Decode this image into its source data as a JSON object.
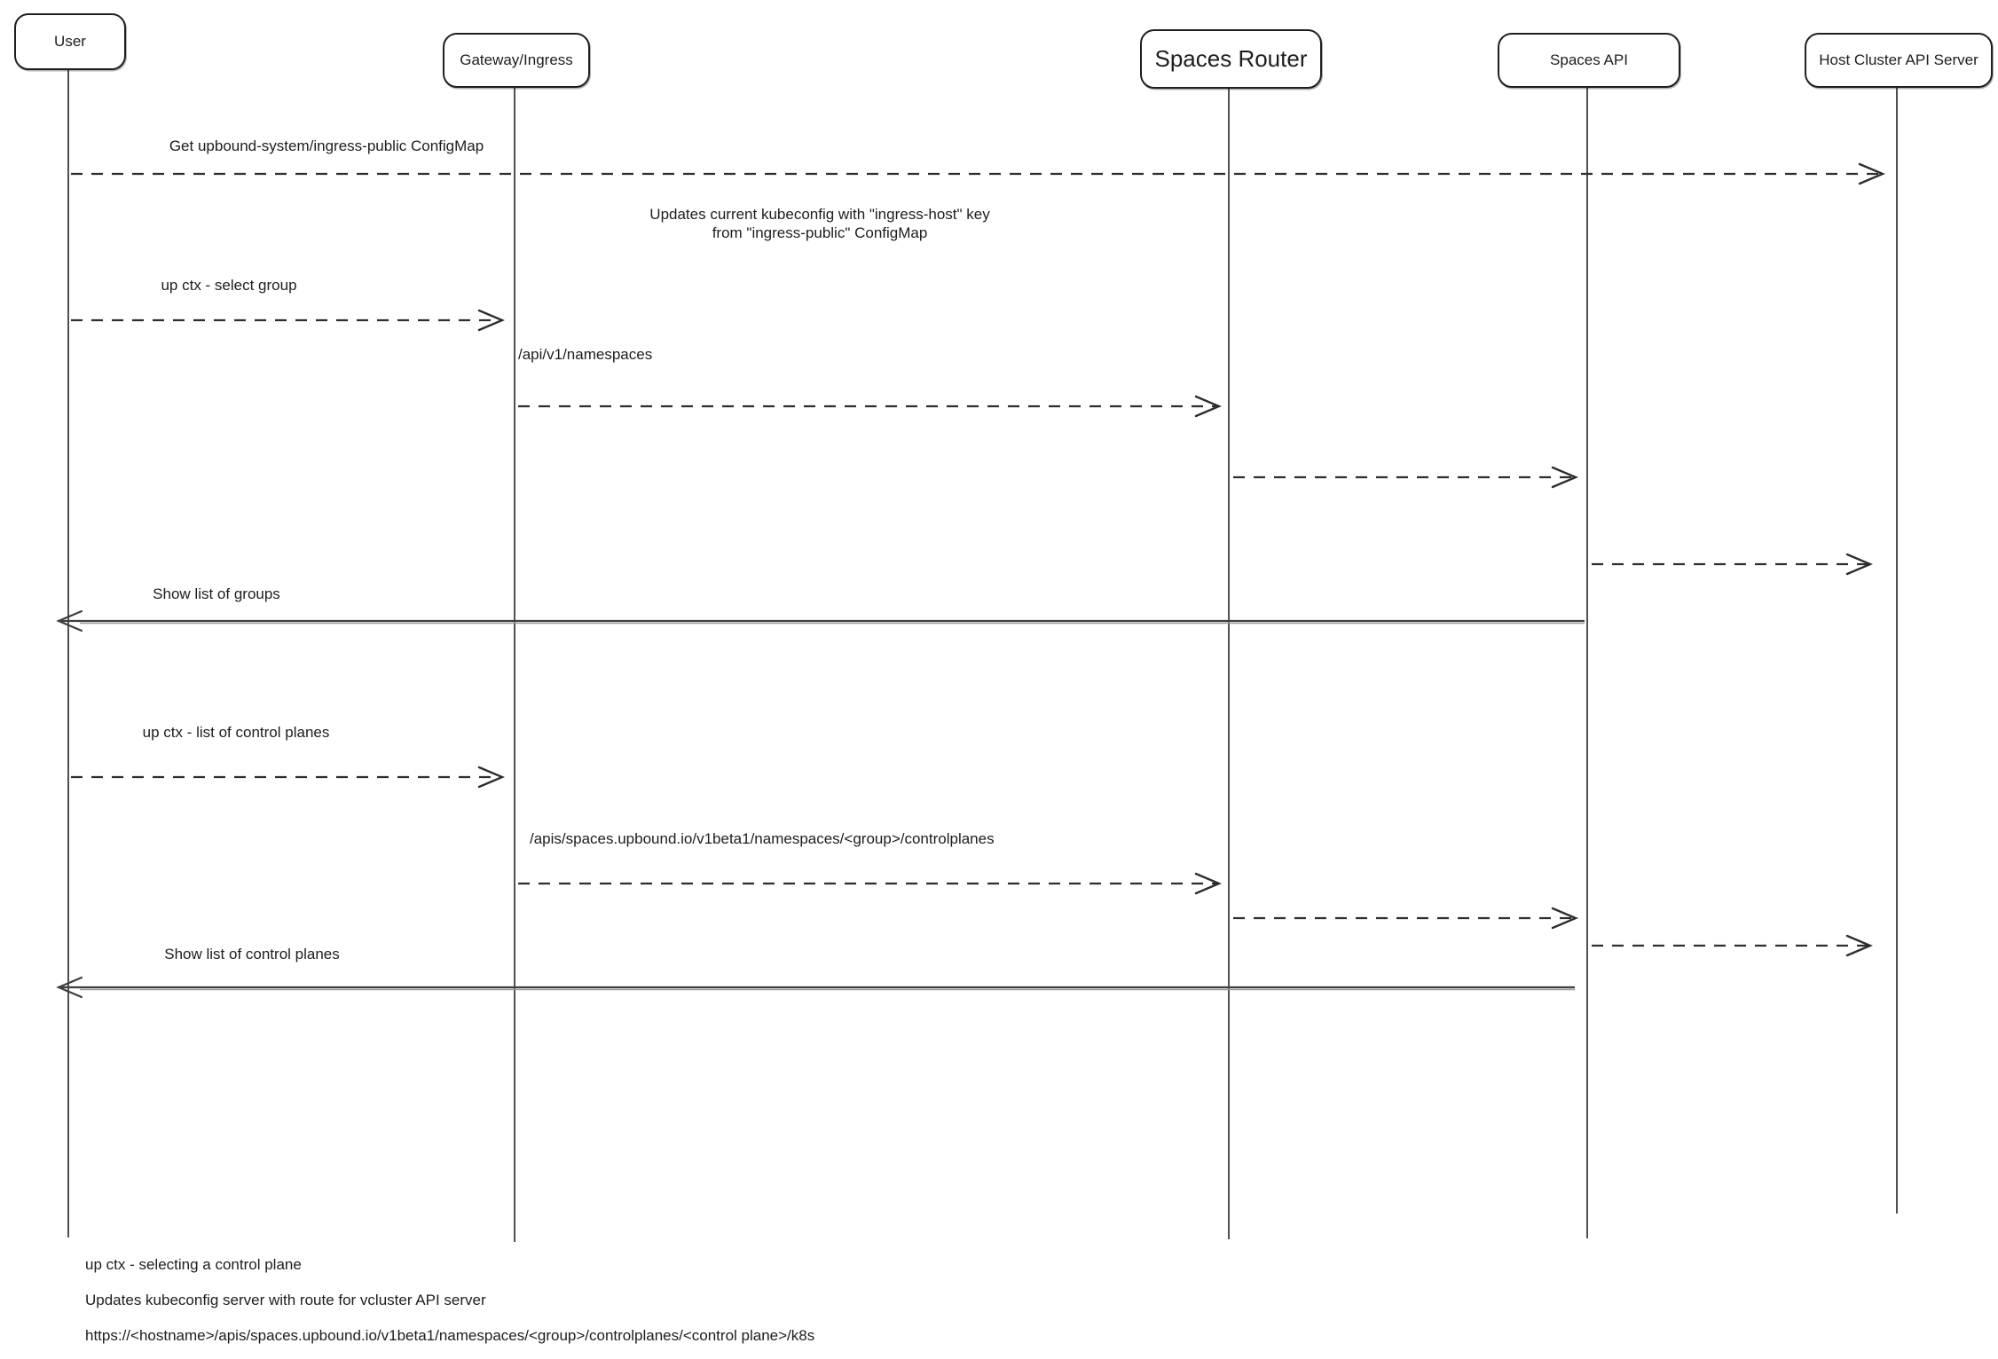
{
  "diagram": {
    "type": "sequence-diagram",
    "colors": {
      "stroke": "#2d2d2d",
      "text": "#1d1d1d",
      "background": "#ffffff"
    },
    "actors": [
      {
        "id": "user",
        "label": "User"
      },
      {
        "id": "gateway-ingress",
        "label": "Gateway/Ingress"
      },
      {
        "id": "spaces-router",
        "label": "Spaces Router"
      },
      {
        "id": "spaces-api",
        "label": "Spaces API"
      },
      {
        "id": "host-cluster-api-server",
        "label": "Host Cluster API Server"
      }
    ],
    "messages": {
      "get_configmap": "Get upbound-system/ingress-public ConfigMap",
      "kubeconfig_note": "Updates current kubeconfig with \"ingress-host\" key\nfrom \"ingress-public\" ConfigMap",
      "select_group": "up ctx - select group",
      "api_namespaces": "/api/v1/namespaces",
      "show_groups": "Show list of groups",
      "list_control_planes": "up ctx - list of control planes",
      "apis_controlplanes": "/apis/spaces.upbound.io/v1beta1/namespaces/<group>/controlplanes",
      "show_control_planes": "Show list of control planes"
    },
    "footnotes": [
      "up ctx - selecting a control plane",
      "Updates kubeconfig server with route for vcluster API server",
      "https://<hostname>/apis/spaces.upbound.io/v1beta1/namespaces/<group>/controlplanes/<control plane>/k8s"
    ]
  }
}
